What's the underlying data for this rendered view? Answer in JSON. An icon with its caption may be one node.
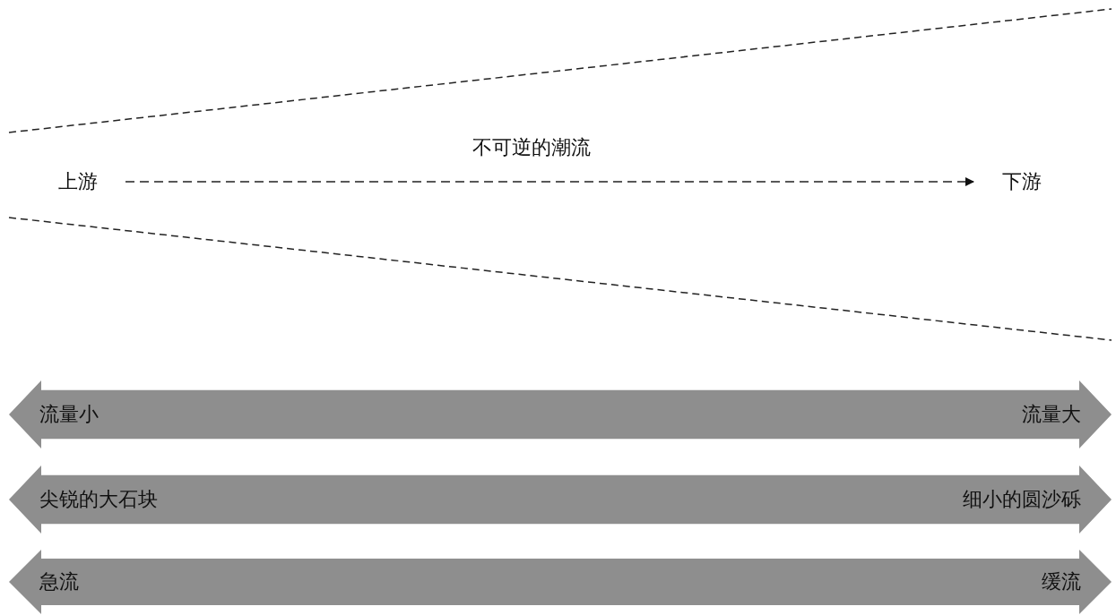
{
  "diagram": {
    "nodes": [
      {
        "text": [
          "上游"
        ]
      },
      {
        "text": [
          "下游"
        ]
      },
      {
        "text": [
          "流量小",
          "流量大"
        ]
      },
      {
        "text": [
          "尖锐的大石块",
          "细小的圆沙砾"
        ]
      },
      {
        "text": [
          "急流",
          "缓流"
        ]
      }
    ],
    "edges": [
      {
        "from": 0,
        "to": 1,
        "arrow": "to",
        "style": "dashed",
        "label": "不可逆的潮流"
      }
    ]
  }
}
